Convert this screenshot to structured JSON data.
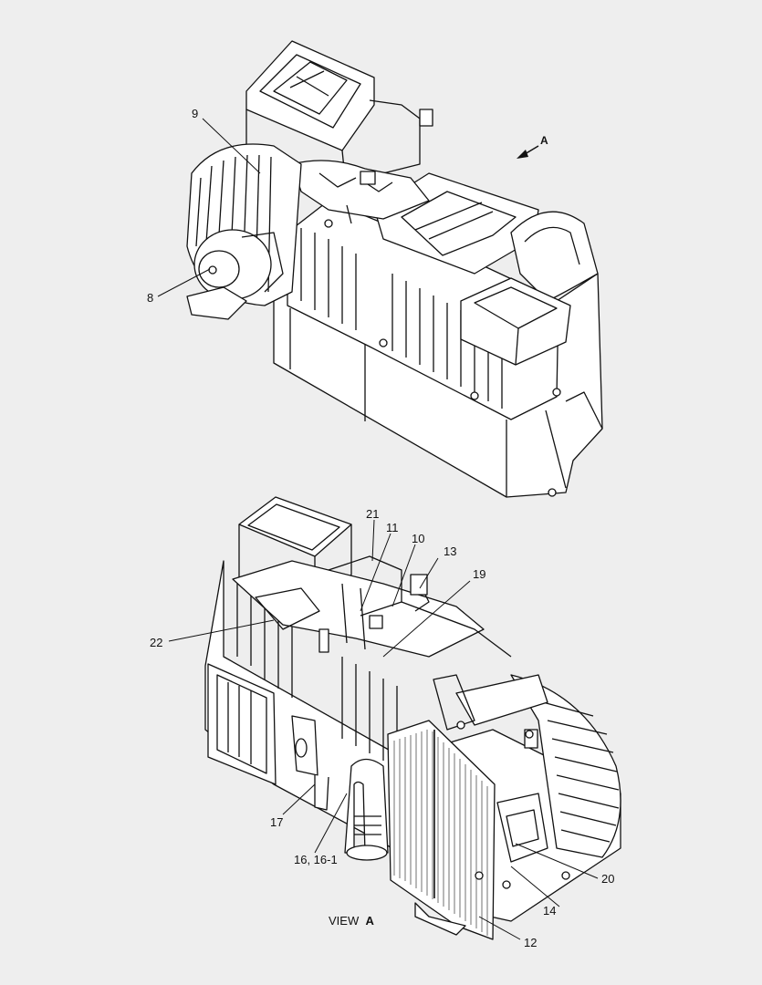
{
  "diagram": {
    "top_assembly": {
      "callouts": [
        "9",
        "8"
      ],
      "view_arrow_letter": "A"
    },
    "bottom_assembly": {
      "callouts": [
        "21",
        "11",
        "10",
        "13",
        "19",
        "22",
        "17",
        "16, 16-1",
        "20",
        "14",
        "12"
      ],
      "caption_prefix": "VIEW",
      "caption_letter": "A"
    }
  }
}
